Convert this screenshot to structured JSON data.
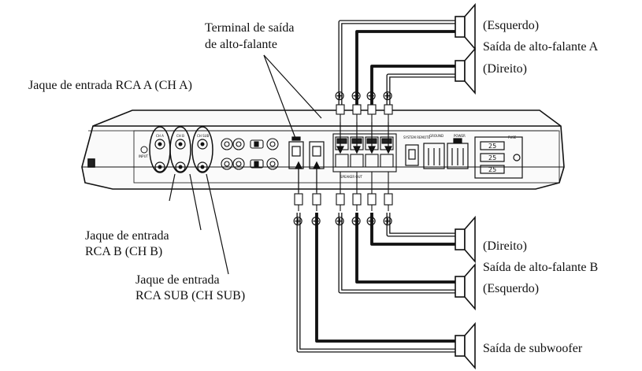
{
  "labels": {
    "speaker_terminal_line1": "Terminal de saída",
    "speaker_terminal_line2": "de alto-falante",
    "rca_a": "Jaque de entrada RCA A (CH A)",
    "rca_b_line1": "Jaque de entrada",
    "rca_b_line2": "RCA B (CH B)",
    "rca_sub_line1": "Jaque de entrada",
    "rca_sub_line2": "RCA SUB (CH SUB)",
    "a_left": "(Esquerdo)",
    "a_title": "Saída de alto-falante A",
    "a_right": "(Direito)",
    "b_right": "(Direito)",
    "b_title": "Saída de alto-falante B",
    "b_left": "(Esquerdo)",
    "subwoofer": "Saída de subwoofer"
  },
  "polarity": {
    "plus": "⊕",
    "minus": "⊖"
  },
  "panel": {
    "speaker_out": "SPEAKER OUT",
    "ground": "GROUND",
    "power": "POWER",
    "system_remote": "SYSTEM REMOTE",
    "rca_a_top": "CH A",
    "rca_b_top": "CH B",
    "rca_sub_top": "CH SUB",
    "input": "INPUT",
    "fuse_value": "25",
    "fuse_label": "FUSE"
  }
}
